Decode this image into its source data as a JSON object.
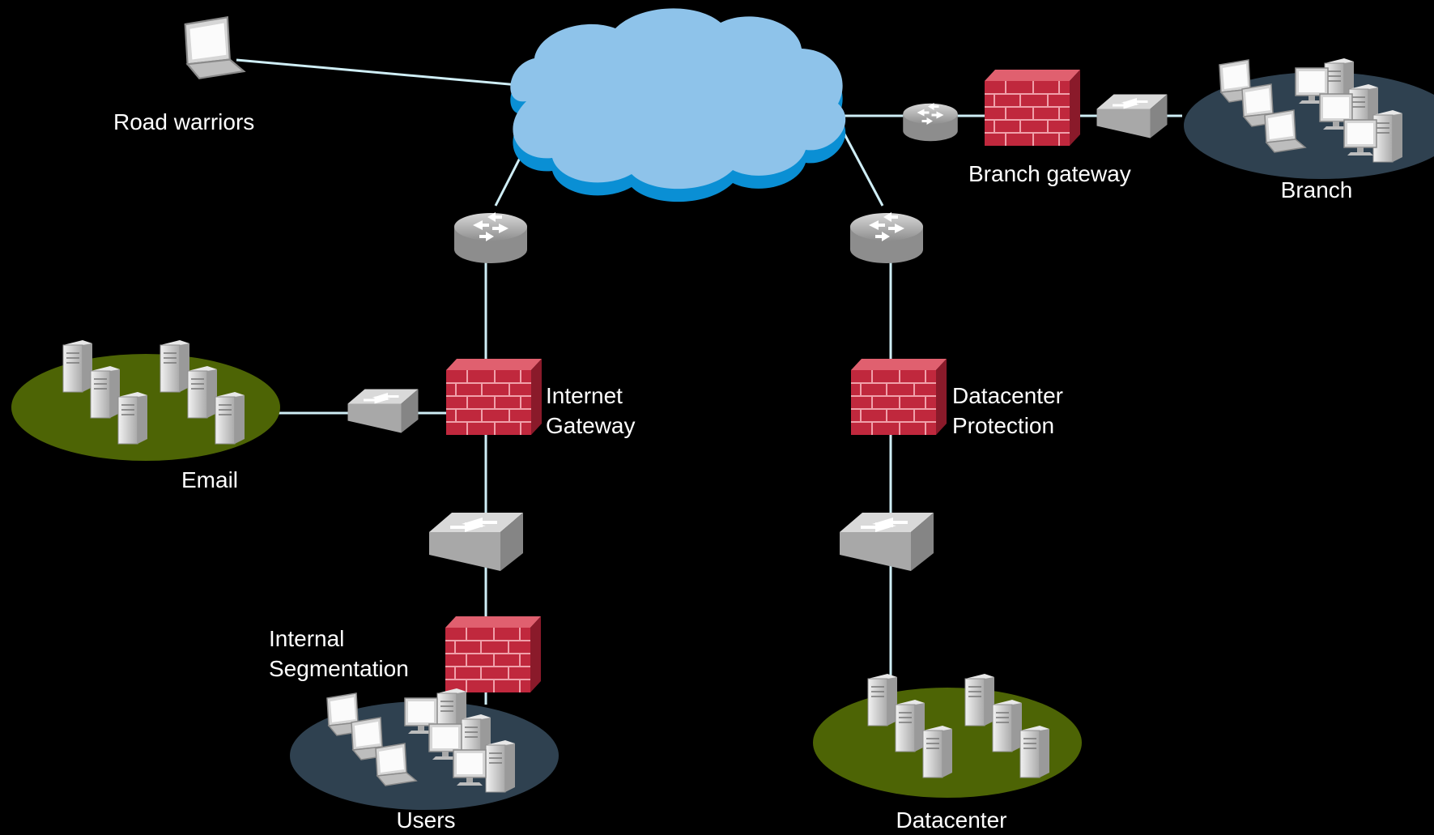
{
  "labels": {
    "road_warriors": "Road warriors",
    "branch_gateway": "Branch gateway",
    "branch": "Branch",
    "internet_gateway": [
      "Internet",
      "Gateway"
    ],
    "datacenter_protection": [
      "Datacenter",
      "Protection"
    ],
    "email": "Email",
    "internal_segmentation": [
      "Internal",
      "Segmentation"
    ],
    "users": "Users",
    "datacenter": "Datacenter"
  },
  "colors": {
    "background": "#000000",
    "link": "#cfeef6",
    "cloud": "#8ec3ea",
    "cloud_edge": "#0a8fd4",
    "firewall": "#c0283d",
    "device_gray": "#b9b9b9",
    "site_slate": "#2f4150",
    "site_olive": "#4d6405",
    "label": "#ffffff"
  },
  "icons": {
    "cloud": "cloud-icon",
    "router": "router-icon",
    "firewall": "firewall-icon",
    "switch": "switch-icon",
    "laptop": "laptop-icon",
    "server": "server-icon",
    "monitor": "monitor-icon"
  }
}
